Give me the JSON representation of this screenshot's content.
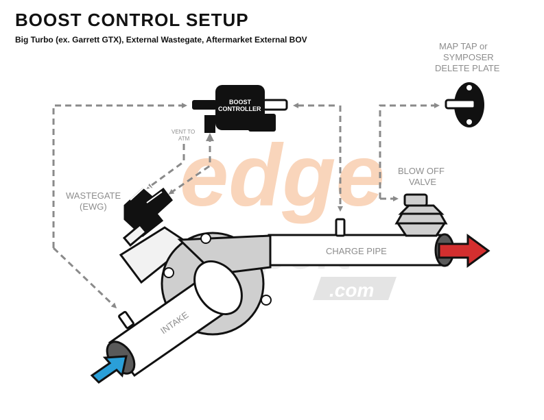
{
  "header": {
    "title": "BOOST CONTROL SETUP",
    "subtitle": "Big Turbo (ex. Garrett GTX), External Wastegate, Aftermarket External BOV"
  },
  "labels": {
    "boost_controller_line1": "BOOST",
    "boost_controller_line2": "CONTROLLER",
    "vent_line1": "VENT TO",
    "vent_line2": "ATM",
    "wastegate_line1": "WASTEGATE",
    "wastegate_line2": "(EWG)",
    "map_line1": "MAP TAP or",
    "map_line2": "SYMPOSER",
    "map_line3": "DELETE PLATE",
    "bov_line1": "BLOW OFF",
    "bov_line2": "VALVE",
    "charge_pipe": "CHARGE PIPE",
    "intake": "INTAKE"
  },
  "watermark": {
    "brand": "edge",
    "sub": "autosport",
    "domain": ".com"
  },
  "colors": {
    "ink": "#111111",
    "dash": "#8a8a8a",
    "label_gray": "#8d8d8d",
    "turbo_gray": "#cfcfcf",
    "intake_arrow": "#2a9fd8",
    "outlet_arrow": "#d32f2f",
    "watermark_orange": "#f7c7a5",
    "watermark_gray": "#ececec"
  }
}
